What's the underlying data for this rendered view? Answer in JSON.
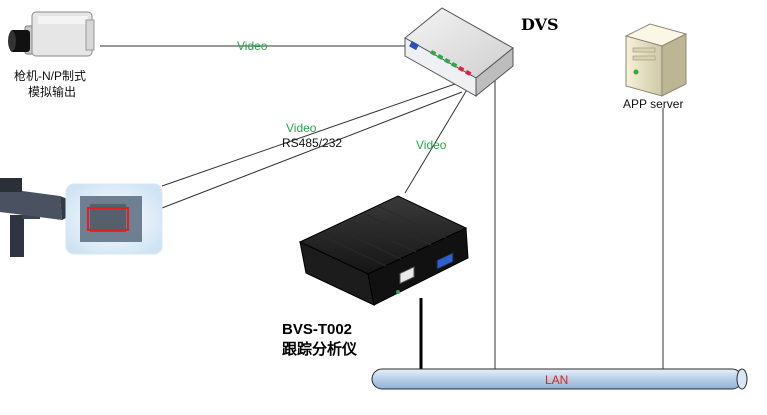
{
  "labels": {
    "dvs": "DVS",
    "app_server": "APP server",
    "camera_fixed_line1": "枪机-N/P制式",
    "camera_fixed_line2": "模拟输出",
    "video_top": "Video",
    "video_mid": "Video",
    "rs485": "RS485/232",
    "video_right": "Video",
    "bvs_line1": "BVS-T002",
    "bvs_line2": "跟踪分析仪",
    "lan": "LAN"
  },
  "colors": {
    "green_text": "#1fa84a",
    "lan_text": "#e0231a",
    "lan_bus": "#b8cfe8",
    "line": "#333333"
  },
  "icons": {
    "fixed_camera": "bullet-camera-icon",
    "ptz_camera": "ptz-camera-icon",
    "dvs": "video-server-box-icon",
    "server": "server-tower-icon",
    "analyzer": "mini-pc-icon"
  }
}
